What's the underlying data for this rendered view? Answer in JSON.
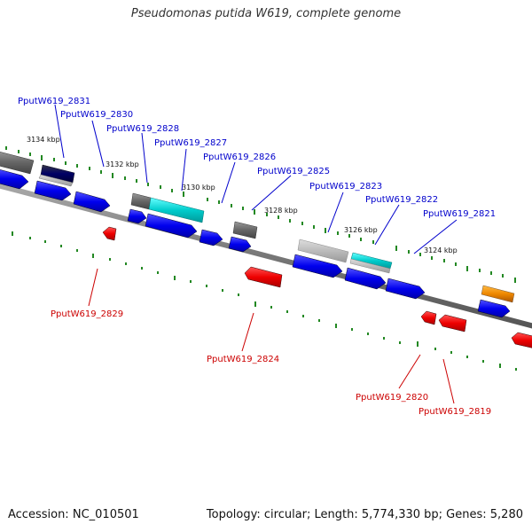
{
  "title": "Pseudomonas putida W619, complete genome",
  "footer": {
    "accession_prefix": "Accession:",
    "accession": "NC_010501",
    "topology_text": "Topology: circular; Length: 5,774,330 bp; Genes: 5,280"
  },
  "colors": {
    "blue_gene": "#0000ee",
    "red_gene": "#ee0000",
    "cyan_gene": "#00cccc",
    "gray_gene": "#666666",
    "lightgray_gene": "#bbbbbb",
    "navy_gene": "#000066",
    "orange_gene": "#ee8800",
    "backbone": "#777777",
    "tick": "#228822",
    "label_blue": "#0000cc",
    "label_red": "#cc0000"
  },
  "scale_labels": [
    "3134 kbp",
    "3132 kbp",
    "3130 kbp",
    "3128 kbp",
    "3126 kbp",
    "3124 kbp"
  ],
  "gene_labels_top": [
    "PputW619_2831",
    "PputW619_2830",
    "PputW619_2828",
    "PputW619_2827",
    "PputW619_2826",
    "PputW619_2825",
    "PputW619_2823",
    "PputW619_2822",
    "PputW619_2821"
  ],
  "gene_labels_bottom": [
    "PputW619_2829",
    "PputW619_2824",
    "PputW619_2820",
    "PputW619_2819"
  ]
}
